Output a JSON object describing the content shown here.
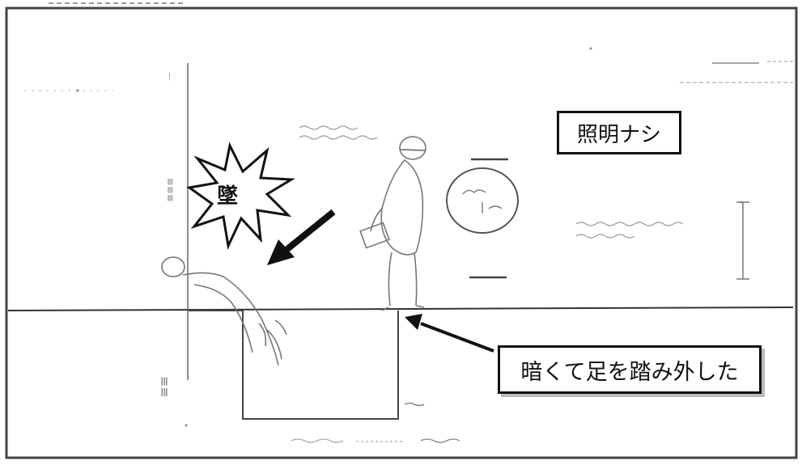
{
  "callouts": {
    "no_lighting": "照明ナシ",
    "misstep": "暗くて足を踏み外した",
    "fall": "墜"
  },
  "colors": {
    "ink": "#111111",
    "sketch": "#555555",
    "faint": "#9a9a9a",
    "paper": "#ffffff"
  }
}
